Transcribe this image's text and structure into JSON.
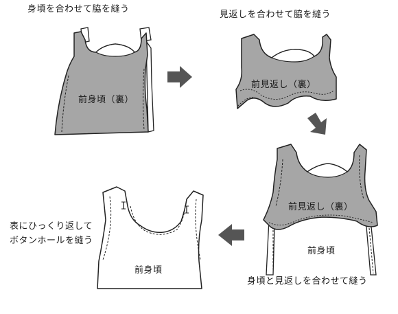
{
  "steps": [
    {
      "caption": "身頃を合わせて脇を縫う",
      "label": "前身頃（裏）"
    },
    {
      "caption": "見返しを合わせて脇を縫う",
      "label": "前見返し（裏）"
    },
    {
      "caption": "身頃と見返しを合わせて縫う",
      "facing_label": "前見返し（裏）",
      "body_label": "前身頃"
    },
    {
      "caption_lines": [
        "表にひっくり返して",
        "ボタンホールを縫う"
      ],
      "label": "前身頃"
    }
  ],
  "colors": {
    "fabric_gray": "#a6a6a6",
    "outline": "#222222",
    "arrow": "#555555",
    "background": "#ffffff"
  },
  "icons": [
    "arrow-right-icon",
    "arrow-down-icon",
    "arrow-left-icon"
  ]
}
